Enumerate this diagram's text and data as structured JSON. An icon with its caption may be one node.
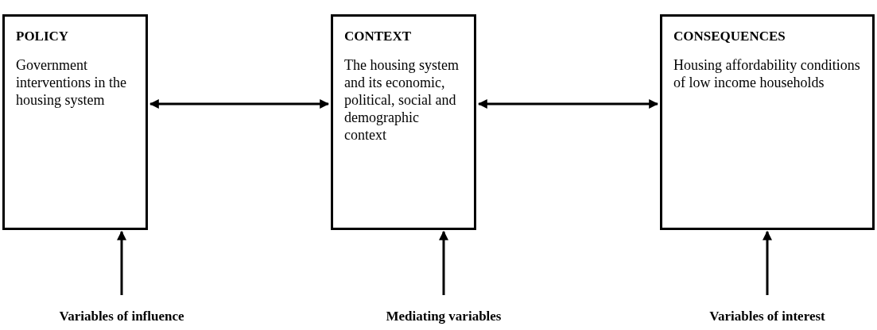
{
  "diagram": {
    "nodes": [
      {
        "text": [
          "POLICY",
          "Government interventions in the housing system"
        ]
      },
      {
        "text": [
          "CONTEXT",
          "The housing system and its economic, political, social and demographic context"
        ]
      },
      {
        "text": [
          "CONSEQUENCES",
          "Housing affordability conditions of low income households"
        ]
      },
      {
        "text": [
          "Variables of influence"
        ]
      },
      {
        "text": [
          "Mediating variables"
        ]
      },
      {
        "text": [
          "Variables of interest"
        ]
      }
    ],
    "edges": [
      {
        "from": 0,
        "to": 1,
        "arrow": "both"
      },
      {
        "from": 1,
        "to": 2,
        "arrow": "both"
      },
      {
        "from": 3,
        "to": 0,
        "arrow": "to"
      },
      {
        "from": 4,
        "to": 1,
        "arrow": "to"
      },
      {
        "from": 5,
        "to": 2,
        "arrow": "to"
      }
    ]
  }
}
